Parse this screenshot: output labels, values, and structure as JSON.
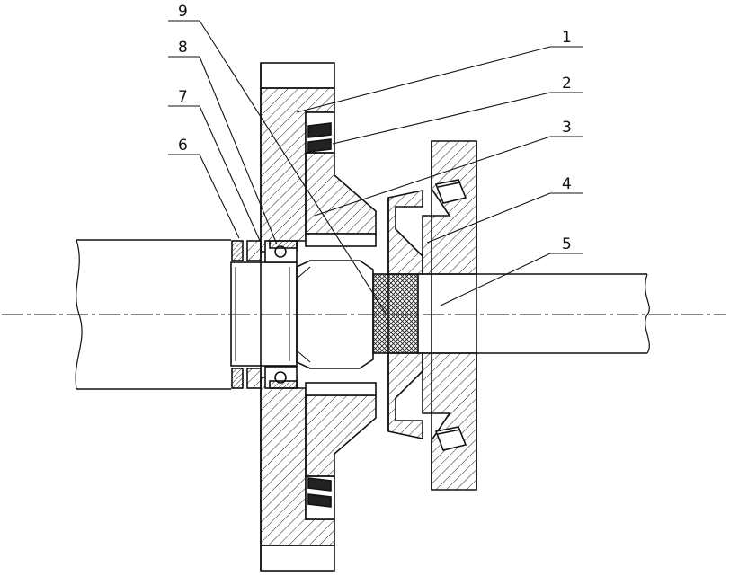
{
  "labels": [
    "1",
    "2",
    "3",
    "4",
    "5",
    "6",
    "7",
    "8",
    "9"
  ],
  "colors": {
    "line": "#111111",
    "hatch": "#222222",
    "background": "#ffffff"
  }
}
